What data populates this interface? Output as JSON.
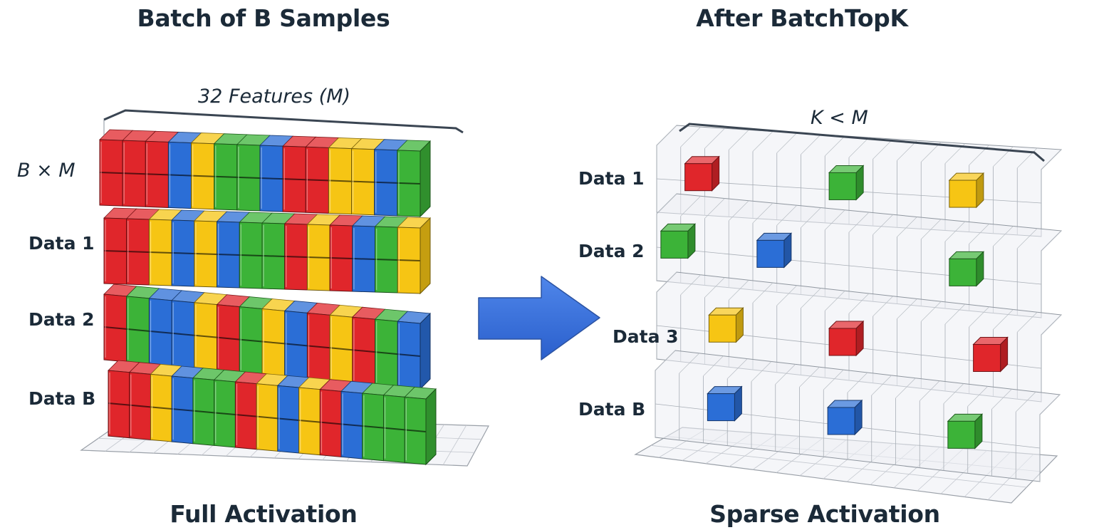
{
  "left_panel": {
    "title": "Batch of B Samples",
    "feature_label": "32 Features (M)",
    "matrix_label": "B × M",
    "caption": "Full Activation",
    "rows": [
      {
        "label": "",
        "cells": [
          "red",
          "red",
          "red",
          "blue",
          "yellow",
          "green",
          "green",
          "blue",
          "red",
          "red",
          "yellow",
          "yellow",
          "blue",
          "green"
        ]
      },
      {
        "label": "Data 1",
        "cells": [
          "red",
          "red",
          "yellow",
          "blue",
          "yellow",
          "blue",
          "green",
          "green",
          "red",
          "yellow",
          "red",
          "blue",
          "green",
          "yellow"
        ]
      },
      {
        "label": "Data 2",
        "cells": [
          "red",
          "green",
          "blue",
          "blue",
          "yellow",
          "red",
          "green",
          "yellow",
          "blue",
          "red",
          "yellow",
          "red",
          "green",
          "blue"
        ]
      },
      {
        "label": "Data B",
        "cells": [
          "red",
          "red",
          "yellow",
          "blue",
          "green",
          "green",
          "red",
          "yellow",
          "blue",
          "yellow",
          "red",
          "blue",
          "green",
          "green",
          "green"
        ]
      }
    ]
  },
  "right_panel": {
    "title": "After BatchTopK",
    "constraint_label": "K < M",
    "caption": "Sparse Activation",
    "slots_per_row": 16,
    "rows": [
      {
        "label": "Data 1",
        "active": [
          {
            "slot": 1,
            "color": "red"
          },
          {
            "slot": 7,
            "color": "green"
          },
          {
            "slot": 12,
            "color": "yellow"
          }
        ]
      },
      {
        "label": "Data 2",
        "active": [
          {
            "slot": 0,
            "color": "green"
          },
          {
            "slot": 4,
            "color": "blue"
          },
          {
            "slot": 12,
            "color": "green"
          }
        ]
      },
      {
        "label": "Data 3",
        "active": [
          {
            "slot": 2,
            "color": "yellow"
          },
          {
            "slot": 7,
            "color": "red"
          },
          {
            "slot": 13,
            "color": "red"
          }
        ]
      },
      {
        "label": "Data B",
        "active": [
          {
            "slot": 2,
            "color": "blue"
          },
          {
            "slot": 7,
            "color": "blue"
          },
          {
            "slot": 12,
            "color": "green"
          }
        ]
      }
    ]
  },
  "arrow": {
    "icon": "right-arrow-icon",
    "color": "#3b6fd8"
  },
  "palette": {
    "red": "#e0262b",
    "green": "#3cb338",
    "blue": "#2b6ed6",
    "yellow": "#f6c514",
    "text": "#1b2a38"
  }
}
